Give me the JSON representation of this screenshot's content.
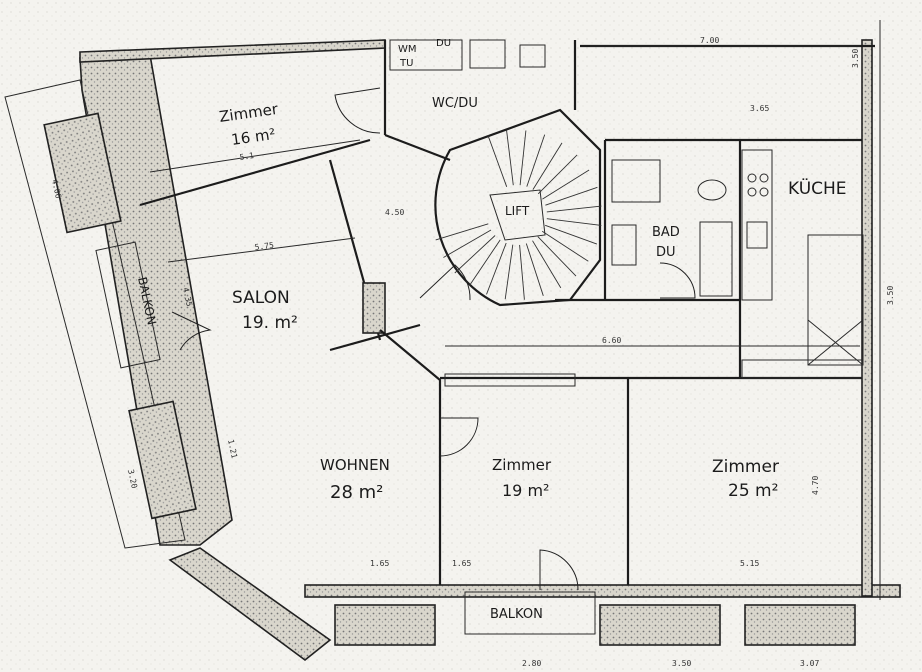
{
  "title": "",
  "rooms": {
    "zimmer_top": {
      "name": "Zimmer",
      "area": "16 m²"
    },
    "salon": {
      "name": "SALON",
      "area": "19. m²"
    },
    "wohnen": {
      "name": "WOHNEN",
      "area": "28 m²"
    },
    "zimmer_mid": {
      "name": "Zimmer",
      "area": "19 m²"
    },
    "zimmer_right": {
      "name": "Zimmer",
      "area": "25 m²"
    },
    "kueche": {
      "name": "KÜCHE"
    },
    "wc_du": {
      "name": "WC/DU"
    },
    "wm_tu": {
      "line1": "WM",
      "line2": "TU"
    },
    "du_small": {
      "name": "DU"
    },
    "bad_du": {
      "line1": "BAD",
      "line2": "DU"
    },
    "lift": {
      "name": "LIFT"
    },
    "balkon_left": {
      "name": "BALKON"
    },
    "balkon_bottom": {
      "name": "BALKON"
    }
  },
  "dimensions": {
    "top_right": "7.00",
    "right_top_short": "3.50",
    "kitchen_top": "3.65",
    "zimmer_top_width": "5.1",
    "zimmer_top_side": "4.50",
    "salon_width": "5.75",
    "salon_side": "4.35",
    "corridor": "6.60",
    "wohnen_bottom": "1.65",
    "zimmer_mid_bottom": "1.65",
    "zimmer_right_bottom": "5.15",
    "right_side": "3.50",
    "zimmer_right_side": "4.70",
    "bottom_1": "2.80",
    "bottom_2": "3.50",
    "bottom_3": "3.07",
    "left_1": "4.06",
    "left_2": "3.20",
    "balkon_side": "1.21"
  }
}
